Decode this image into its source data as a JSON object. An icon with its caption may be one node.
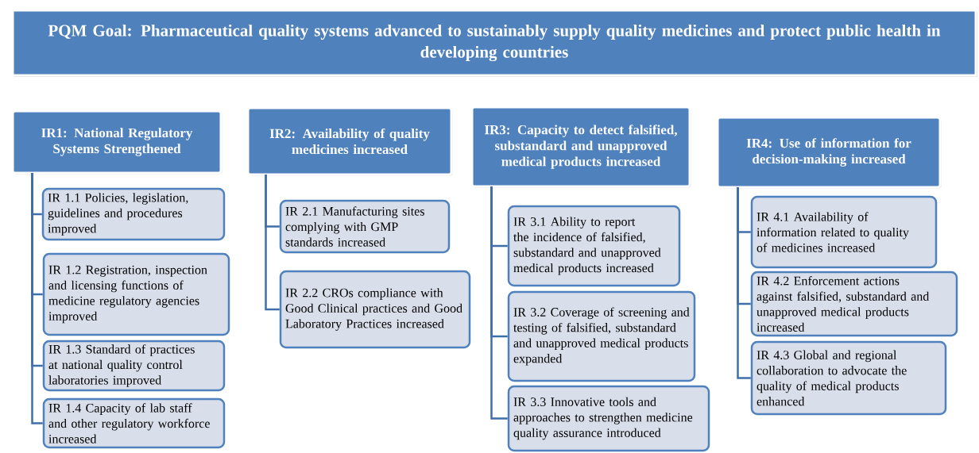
{
  "diagram": {
    "title": "PQM Goal: Pharmaceutical quality systems advanced to sustainably supply quality medicines and protect public health in developing countries",
    "nodes": [
      {
        "text": [
          "IR1: National Regulatory Systems Strengthened"
        ]
      },
      {
        "text": [
          "IR 1.1 Policies, legislation, guidelines and procedures improved"
        ]
      },
      {
        "text": [
          "IR 1.2 Registration, inspection and licensing functions of medicine regulatory agencies improved"
        ]
      },
      {
        "text": [
          "IR 1.3 Standard of practices at national quality control laboratories improved"
        ]
      },
      {
        "text": [
          "IR 1.4 Capacity of lab staff and other regulatory workforce increased"
        ]
      },
      {
        "text": [
          "IR2: Availability of quality medicines increased"
        ]
      },
      {
        "text": [
          "IR 2.1 Manufacturing sites complying with GMP standards increased"
        ]
      },
      {
        "text": [
          "IR 2.2 CROs compliance with Good Clinical practices and Good Laboratory Practices increased"
        ]
      },
      {
        "text": [
          "IR3: Capacity to detect falsified, substandard and unapproved medical products increased"
        ]
      },
      {
        "text": [
          "IR 3.1 Ability to report the incidence of falsified, substandard and unapproved medical products increased"
        ]
      },
      {
        "text": [
          "IR 3.2 Coverage of screening and testing of falsified, substandard and unapproved medical products expanded"
        ]
      },
      {
        "text": [
          "IR 3.3 Innovative tools and approaches to strengthen medicine quality assurance introduced"
        ]
      },
      {
        "text": [
          "IR4: Use of information for decision-making increased"
        ]
      },
      {
        "text": [
          "IR 4.1 Availability of information related to quality of medicines increased"
        ]
      },
      {
        "text": [
          "IR 4.2 Enforcement actions against falsified, substandard and unapproved medical products increased"
        ]
      },
      {
        "text": [
          "IR 4.3 Global and regional collaboration to advocate the quality of medical products enhanced"
        ]
      }
    ],
    "edges": [
      {
        "from": 0,
        "to": 1,
        "arrow": "none"
      },
      {
        "from": 0,
        "to": 2,
        "arrow": "none"
      },
      {
        "from": 0,
        "to": 3,
        "arrow": "none"
      },
      {
        "from": 0,
        "to": 4,
        "arrow": "none"
      },
      {
        "from": 5,
        "to": 6,
        "arrow": "none"
      },
      {
        "from": 5,
        "to": 7,
        "arrow": "none"
      },
      {
        "from": 8,
        "to": 9,
        "arrow": "none"
      },
      {
        "from": 8,
        "to": 10,
        "arrow": "none"
      },
      {
        "from": 8,
        "to": 11,
        "arrow": "none"
      },
      {
        "from": 12,
        "to": 13,
        "arrow": "none"
      },
      {
        "from": 12,
        "to": 14,
        "arrow": "none"
      },
      {
        "from": 12,
        "to": 15,
        "arrow": "none"
      }
    ]
  }
}
